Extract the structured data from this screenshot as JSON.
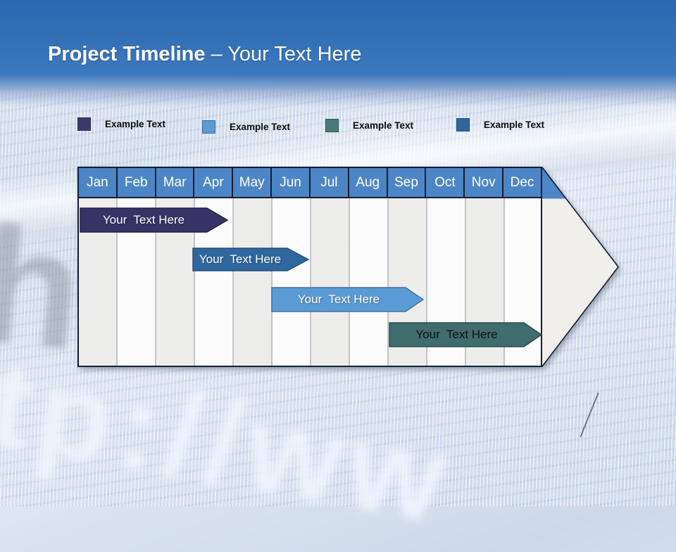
{
  "title": {
    "bold": "Project Timeline",
    "light": "– Your Text Here"
  },
  "legend": {
    "items": [
      {
        "label": "Example Text",
        "color": "#3d3a6b",
        "border": "#2a2753"
      },
      {
        "label": "Example Text",
        "color": "#5b9bd5",
        "border": "#41719c"
      },
      {
        "label": "Example Text",
        "color": "#497a77",
        "border": "#2f5456"
      },
      {
        "label": "Example Text",
        "color": "#2f679c",
        "border": "#1f4e79"
      }
    ]
  },
  "timeline": {
    "months": [
      "Jan",
      "Feb",
      "Mar",
      "Apr",
      "May",
      "Jun",
      "Jul",
      "Aug",
      "Sep",
      "Oct",
      "Nov",
      "Dec"
    ],
    "header_color": "#4c86c6",
    "tasks": [
      {
        "label": "Your  Text Here",
        "fill": "#373367",
        "stroke": "#242149",
        "text_color": "#ffffff",
        "start": "Jan",
        "end": "Apr"
      },
      {
        "label": "Your  Text Here",
        "fill": "#2f689f",
        "stroke": "#1e4f7d",
        "text_color": "#ffffff",
        "start": "Apr",
        "end": "Jun"
      },
      {
        "label": "Your  Text Here",
        "fill": "#5b9bd5",
        "stroke": "#3f719e",
        "text_color": "#ffffff",
        "start": "Jun",
        "end": "Sep"
      },
      {
        "label": "Your  Text Here",
        "fill": "#3f6c6d",
        "stroke": "#284c4e",
        "text_color": "#111111",
        "start": "Sep",
        "end": "Dec"
      }
    ]
  },
  "background": {
    "watermark_left": "ht",
    "watermark_bottom": "tp://ww"
  },
  "colors": {
    "band_top": "#2b69b0",
    "band_bottom": "#3d79bf",
    "outline": "#151d31",
    "arrowhead_fill": "#f0efec"
  }
}
